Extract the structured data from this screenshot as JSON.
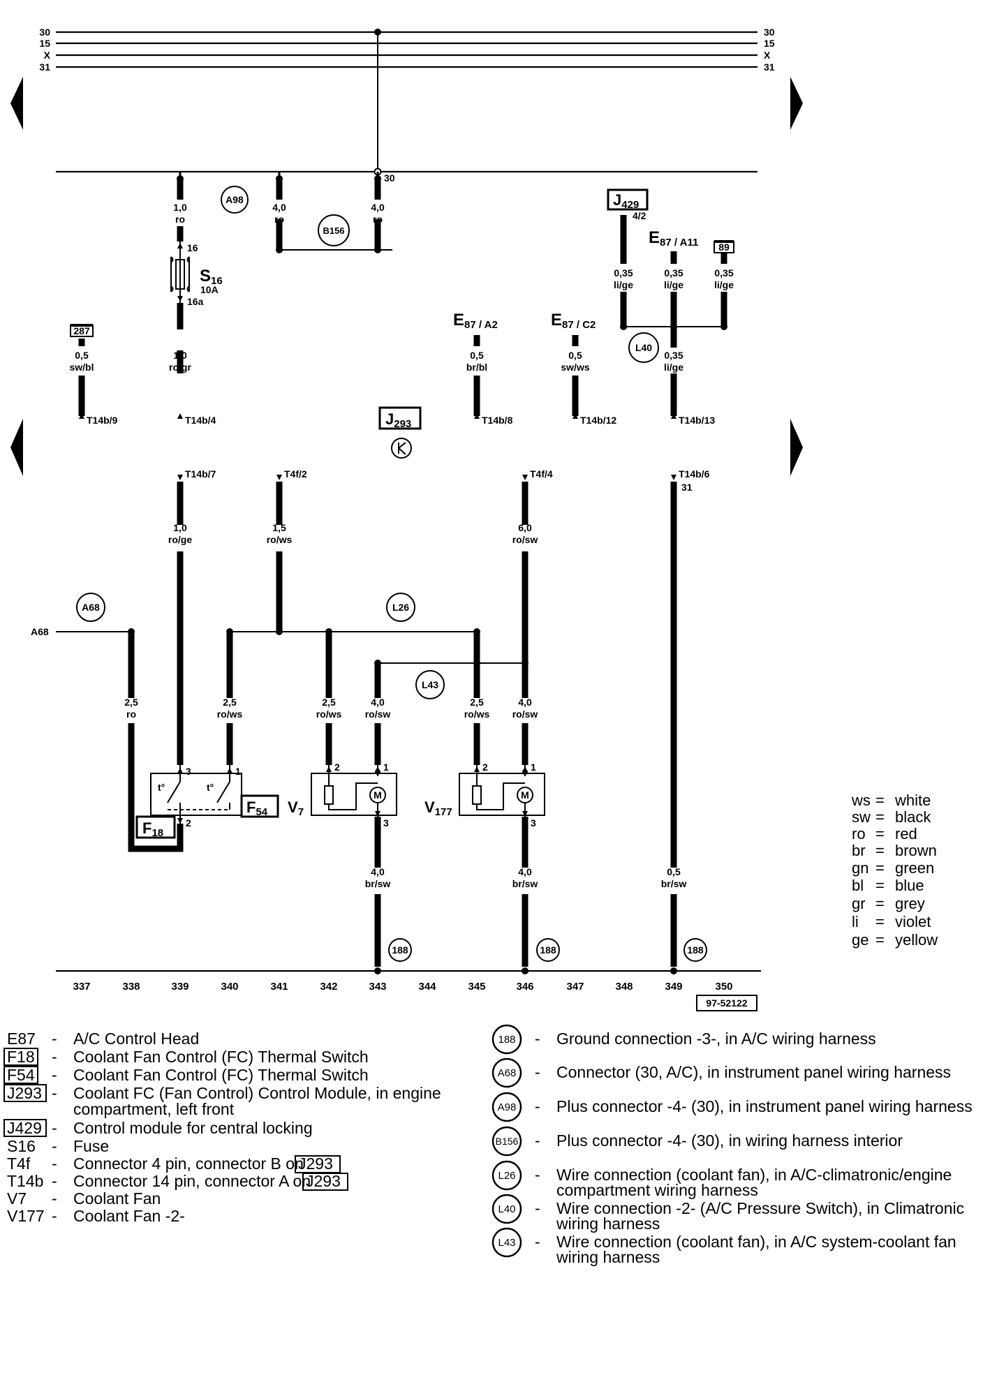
{
  "rails": [
    "30",
    "15",
    "X",
    "31"
  ],
  "bus_terminal": "30",
  "top_connectors": {
    "j429": {
      "name": "J",
      "sub": "429",
      "pin": "4/2"
    },
    "e87_a11": {
      "name": "E",
      "sub": "87 / A11"
    },
    "e87_a2": {
      "name": "E",
      "sub": "87 / A2"
    },
    "e87_c2": {
      "name": "E",
      "sub": "87 / C2"
    },
    "ref_89": "89",
    "ref_287": "287"
  },
  "fuse": {
    "name": "S",
    "sub": "16",
    "rating": "10A",
    "pin_in": "16",
    "pin_out": "16a"
  },
  "wires": [
    {
      "size": "1,0",
      "color": "ro"
    },
    {
      "size": "4,0",
      "color": "ro"
    },
    {
      "size": "4,0",
      "color": "ro"
    },
    {
      "size": "0,35",
      "color": "li/ge"
    },
    {
      "size": "0,35",
      "color": "li/ge"
    },
    {
      "size": "0,35",
      "color": "li/ge"
    },
    {
      "size": "0,5",
      "color": "sw/bl"
    },
    {
      "size": "1,0",
      "color": "ro/gr"
    },
    {
      "size": "0,5",
      "color": "br/bl"
    },
    {
      "size": "0,5",
      "color": "sw/ws"
    },
    {
      "size": "0,35",
      "color": "li/ge"
    },
    {
      "size": "1,0",
      "color": "ro/ge"
    },
    {
      "size": "1,5",
      "color": "ro/ws"
    },
    {
      "size": "6,0",
      "color": "ro/sw"
    },
    {
      "size": "2,5",
      "color": "ro"
    },
    {
      "size": "2,5",
      "color": "ro/ws"
    },
    {
      "size": "2,5",
      "color": "ro/ws"
    },
    {
      "size": "4,0",
      "color": "ro/sw"
    },
    {
      "size": "2,5",
      "color": "ro/ws"
    },
    {
      "size": "4,0",
      "color": "ro/sw"
    },
    {
      "size": "4,0",
      "color": "br/sw"
    },
    {
      "size": "4,0",
      "color": "br/sw"
    },
    {
      "size": "0,5",
      "color": "br/sw"
    }
  ],
  "pins": {
    "t14b9": "T14b/9",
    "t14b4": "T14b/4",
    "t14b8": "T14b/8",
    "t14b12": "T14b/12",
    "t14b13": "T14b/13",
    "t14b7": "T14b/7",
    "t4f2": "T4f/2",
    "t4f4": "T4f/4",
    "t14b6": "T14b/6",
    "t14b6_sub": "31"
  },
  "module": {
    "name": "J",
    "sub": "293"
  },
  "circles": {
    "a98": "A98",
    "b156": "B156",
    "l40": "L40",
    "a68": "A68",
    "l26": "L26",
    "l43": "L43",
    "g188a": "188",
    "g188b": "188",
    "g188c": "188"
  },
  "a68_label": "A68",
  "switch_pins": {
    "p3": "3",
    "p1": "1",
    "p2": "2",
    "t1": "t°",
    "t2": "t°"
  },
  "motor_pins": {
    "v7_2": "2",
    "v7_1": "1",
    "v7_3": "3",
    "v177_2": "2",
    "v177_1": "1",
    "v177_3": "3",
    "m1": "M",
    "m2": "M"
  },
  "components": {
    "f18": {
      "name": "F",
      "sub": "18"
    },
    "f54": {
      "name": "F",
      "sub": "54"
    },
    "v7": {
      "name": "V",
      "sub": "7"
    },
    "v177": {
      "name": "V",
      "sub": "177"
    }
  },
  "columns": [
    "337",
    "338",
    "339",
    "340",
    "341",
    "342",
    "343",
    "344",
    "345",
    "346",
    "347",
    "348",
    "349",
    "350"
  ],
  "doc_number": "97-52122",
  "color_key": [
    {
      "code": "ws",
      "eq": "=",
      "name": "white"
    },
    {
      "code": "sw",
      "eq": "=",
      "name": "black"
    },
    {
      "code": "ro",
      "eq": "=",
      "name": "red"
    },
    {
      "code": "br",
      "eq": "=",
      "name": "brown"
    },
    {
      "code": "gn",
      "eq": "=",
      "name": "green"
    },
    {
      "code": "bl",
      "eq": "=",
      "name": "blue"
    },
    {
      "code": "gr",
      "eq": "=",
      "name": "grey"
    },
    {
      "code": "li",
      "eq": "=",
      "name": "violet"
    },
    {
      "code": "ge",
      "eq": "=",
      "name": "yellow"
    }
  ],
  "legend_left": [
    {
      "code": "E87",
      "dash": "-",
      "lines": [
        "A/C Control Head"
      ]
    },
    {
      "code": "F18",
      "dash": "-",
      "lines": [
        "Coolant Fan Control (FC) Thermal Switch"
      ]
    },
    {
      "code": "F54",
      "dash": "-",
      "lines": [
        "Coolant Fan Control (FC) Thermal Switch"
      ]
    },
    {
      "code": "J293",
      "dash": "-",
      "lines": [
        "Coolant FC (Fan Control) Control Module, in engine",
        "compartment, left front"
      ]
    },
    {
      "code": "J429",
      "dash": "-",
      "lines": [
        "Control module for central locking"
      ]
    },
    {
      "code": "S16",
      "dash": "-",
      "lines": [
        "Fuse"
      ]
    },
    {
      "code": "T4f",
      "dash": "-",
      "lines": [
        "Connector 4 pin, connector B on"
      ],
      "ref": "J293"
    },
    {
      "code": "T14b",
      "dash": "-",
      "lines": [
        "Connector 14 pin, connector A on"
      ],
      "ref": "J293"
    },
    {
      "code": "V7",
      "dash": "-",
      "lines": [
        "Coolant Fan"
      ]
    },
    {
      "code": "V177",
      "dash": "-",
      "lines": [
        "Coolant Fan -2-"
      ]
    }
  ],
  "legend_right": [
    {
      "symbol": "188",
      "dash": "-",
      "lines": [
        "Ground connection -3-, in A/C wiring harness"
      ]
    },
    {
      "symbol": "A68",
      "dash": "-",
      "lines": [
        "Connector (30, A/C), in instrument panel wiring harness"
      ]
    },
    {
      "symbol": "A98",
      "dash": "-",
      "lines": [
        "Plus connector -4- (30), in instrument panel wiring harness"
      ]
    },
    {
      "symbol": "B156",
      "dash": "-",
      "lines": [
        "Plus connector -4- (30), in wiring harness interior"
      ]
    },
    {
      "symbol": "L26",
      "dash": "-",
      "lines": [
        "Wire connection (coolant fan), in A/C-climatronic/engine",
        "compartment wiring harness"
      ]
    },
    {
      "symbol": "L40",
      "dash": "-",
      "lines": [
        "Wire connection -2- (A/C Pressure Switch), in Climatronic",
        "wiring harness"
      ]
    },
    {
      "symbol": "L43",
      "dash": "-",
      "lines": [
        "Wire connection (coolant fan), in A/C system-coolant fan",
        "wiring harness"
      ]
    }
  ]
}
